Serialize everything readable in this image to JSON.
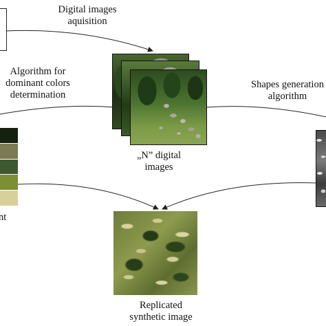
{
  "labels": {
    "acquisition": [
      "Digital images",
      "aquisition"
    ],
    "algorithm_colors": [
      "Algorithm for",
      "dominant colors",
      "determination"
    ],
    "shapes_algorithm": [
      "Shapes generation",
      "algorithm"
    ],
    "digital_images": [
      "„N” digital",
      "images"
    ],
    "replicated": [
      "Replicated",
      "synthetic image"
    ],
    "cut_left": "nt"
  },
  "dominant_colors": [
    "#15200f",
    "#7b7a52",
    "#3d5a2e",
    "#7d8f35",
    "#d8d09a"
  ],
  "colors": {
    "arrow": "#222222",
    "forest_dark": "#1f3418",
    "forest_mid": "#3f6a2a",
    "grass": "#6f8f3c",
    "texture_base": "#59672f",
    "texture_light": "#c9c98a"
  }
}
